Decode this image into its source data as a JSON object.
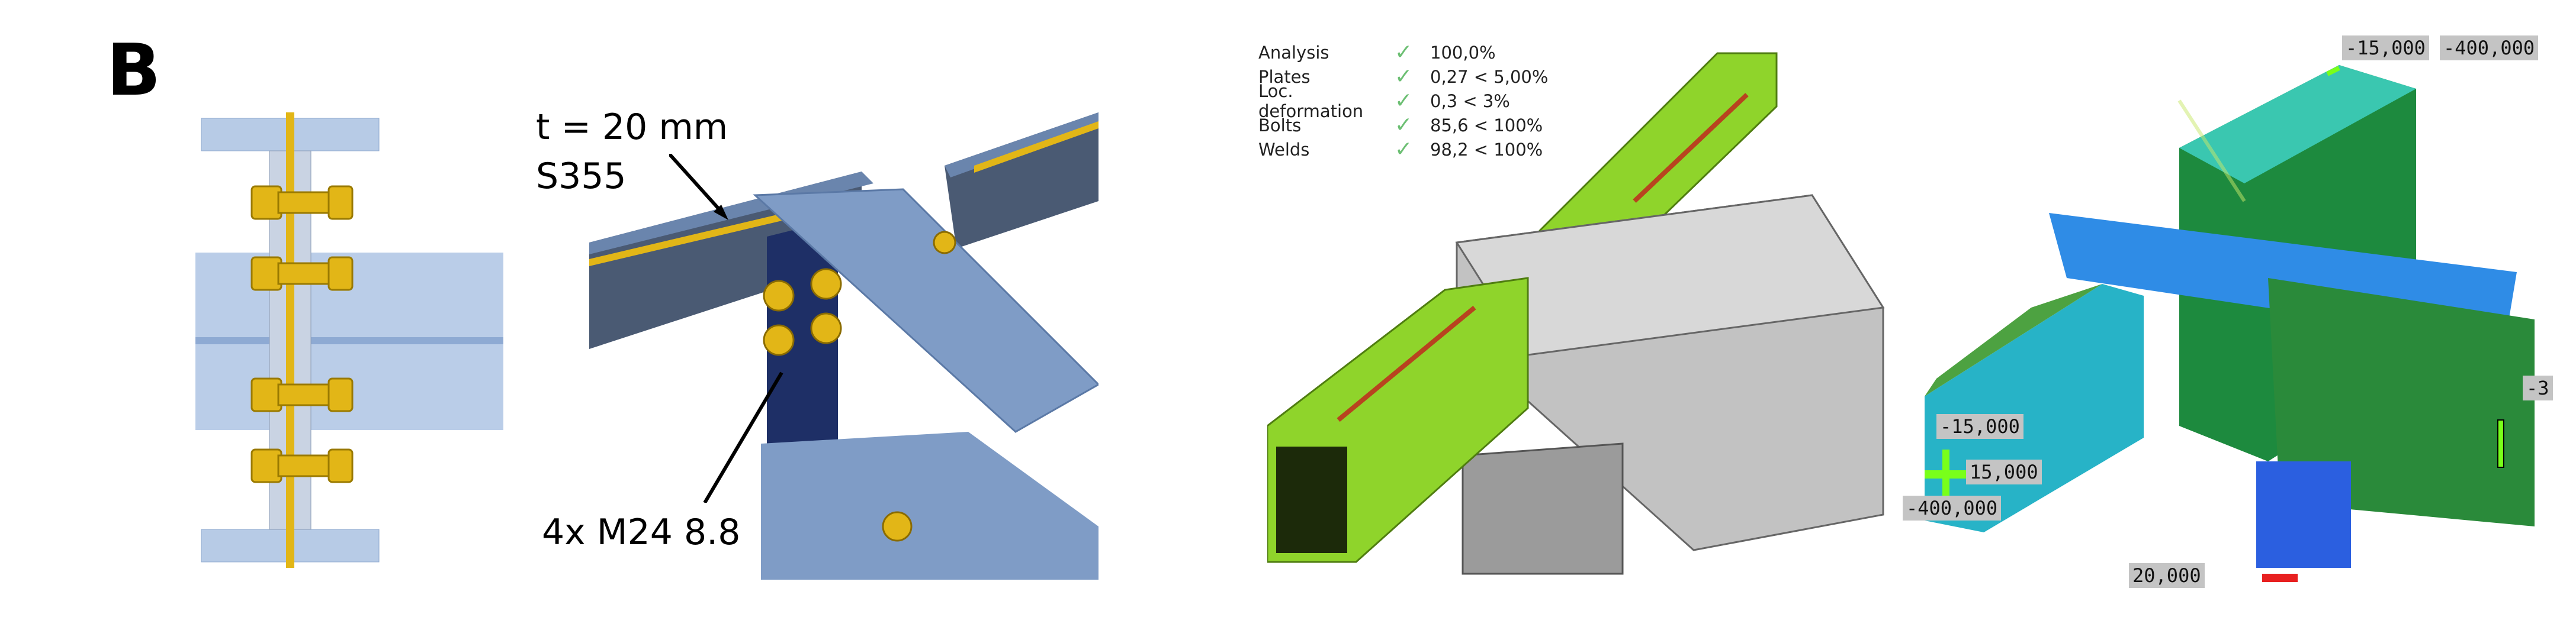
{
  "panel_letter": "B",
  "callouts": {
    "plate_thickness": "t = 20 mm",
    "plate_grade": "S355",
    "bolts": "4x M24 8.8"
  },
  "check_results": [
    {
      "label": "Analysis",
      "status": "pass",
      "value": "100,0%"
    },
    {
      "label": "Plates",
      "status": "pass",
      "value": "0,27 < 5,00%"
    },
    {
      "label": "Loc. deformation",
      "status": "pass",
      "value": "0,3 < 3%"
    },
    {
      "label": "Bolts",
      "status": "pass",
      "value": "85,6 < 100%"
    },
    {
      "label": "Welds",
      "status": "pass",
      "value": "98,2 < 100%"
    }
  ],
  "fea_loads": {
    "top_shear": "-15,000",
    "top_axial": "-400,000",
    "left_shear": "-15,000",
    "left_lateral": "15,000",
    "left_axial": "-400,000",
    "right_partial": "-3",
    "bottom_moment": "20,000"
  },
  "colors": {
    "steel_blue": "#7f9cc6",
    "bolt_yellow": "#e2b617",
    "member_green": "#8fd42b",
    "check_green": "#6cbf73"
  }
}
